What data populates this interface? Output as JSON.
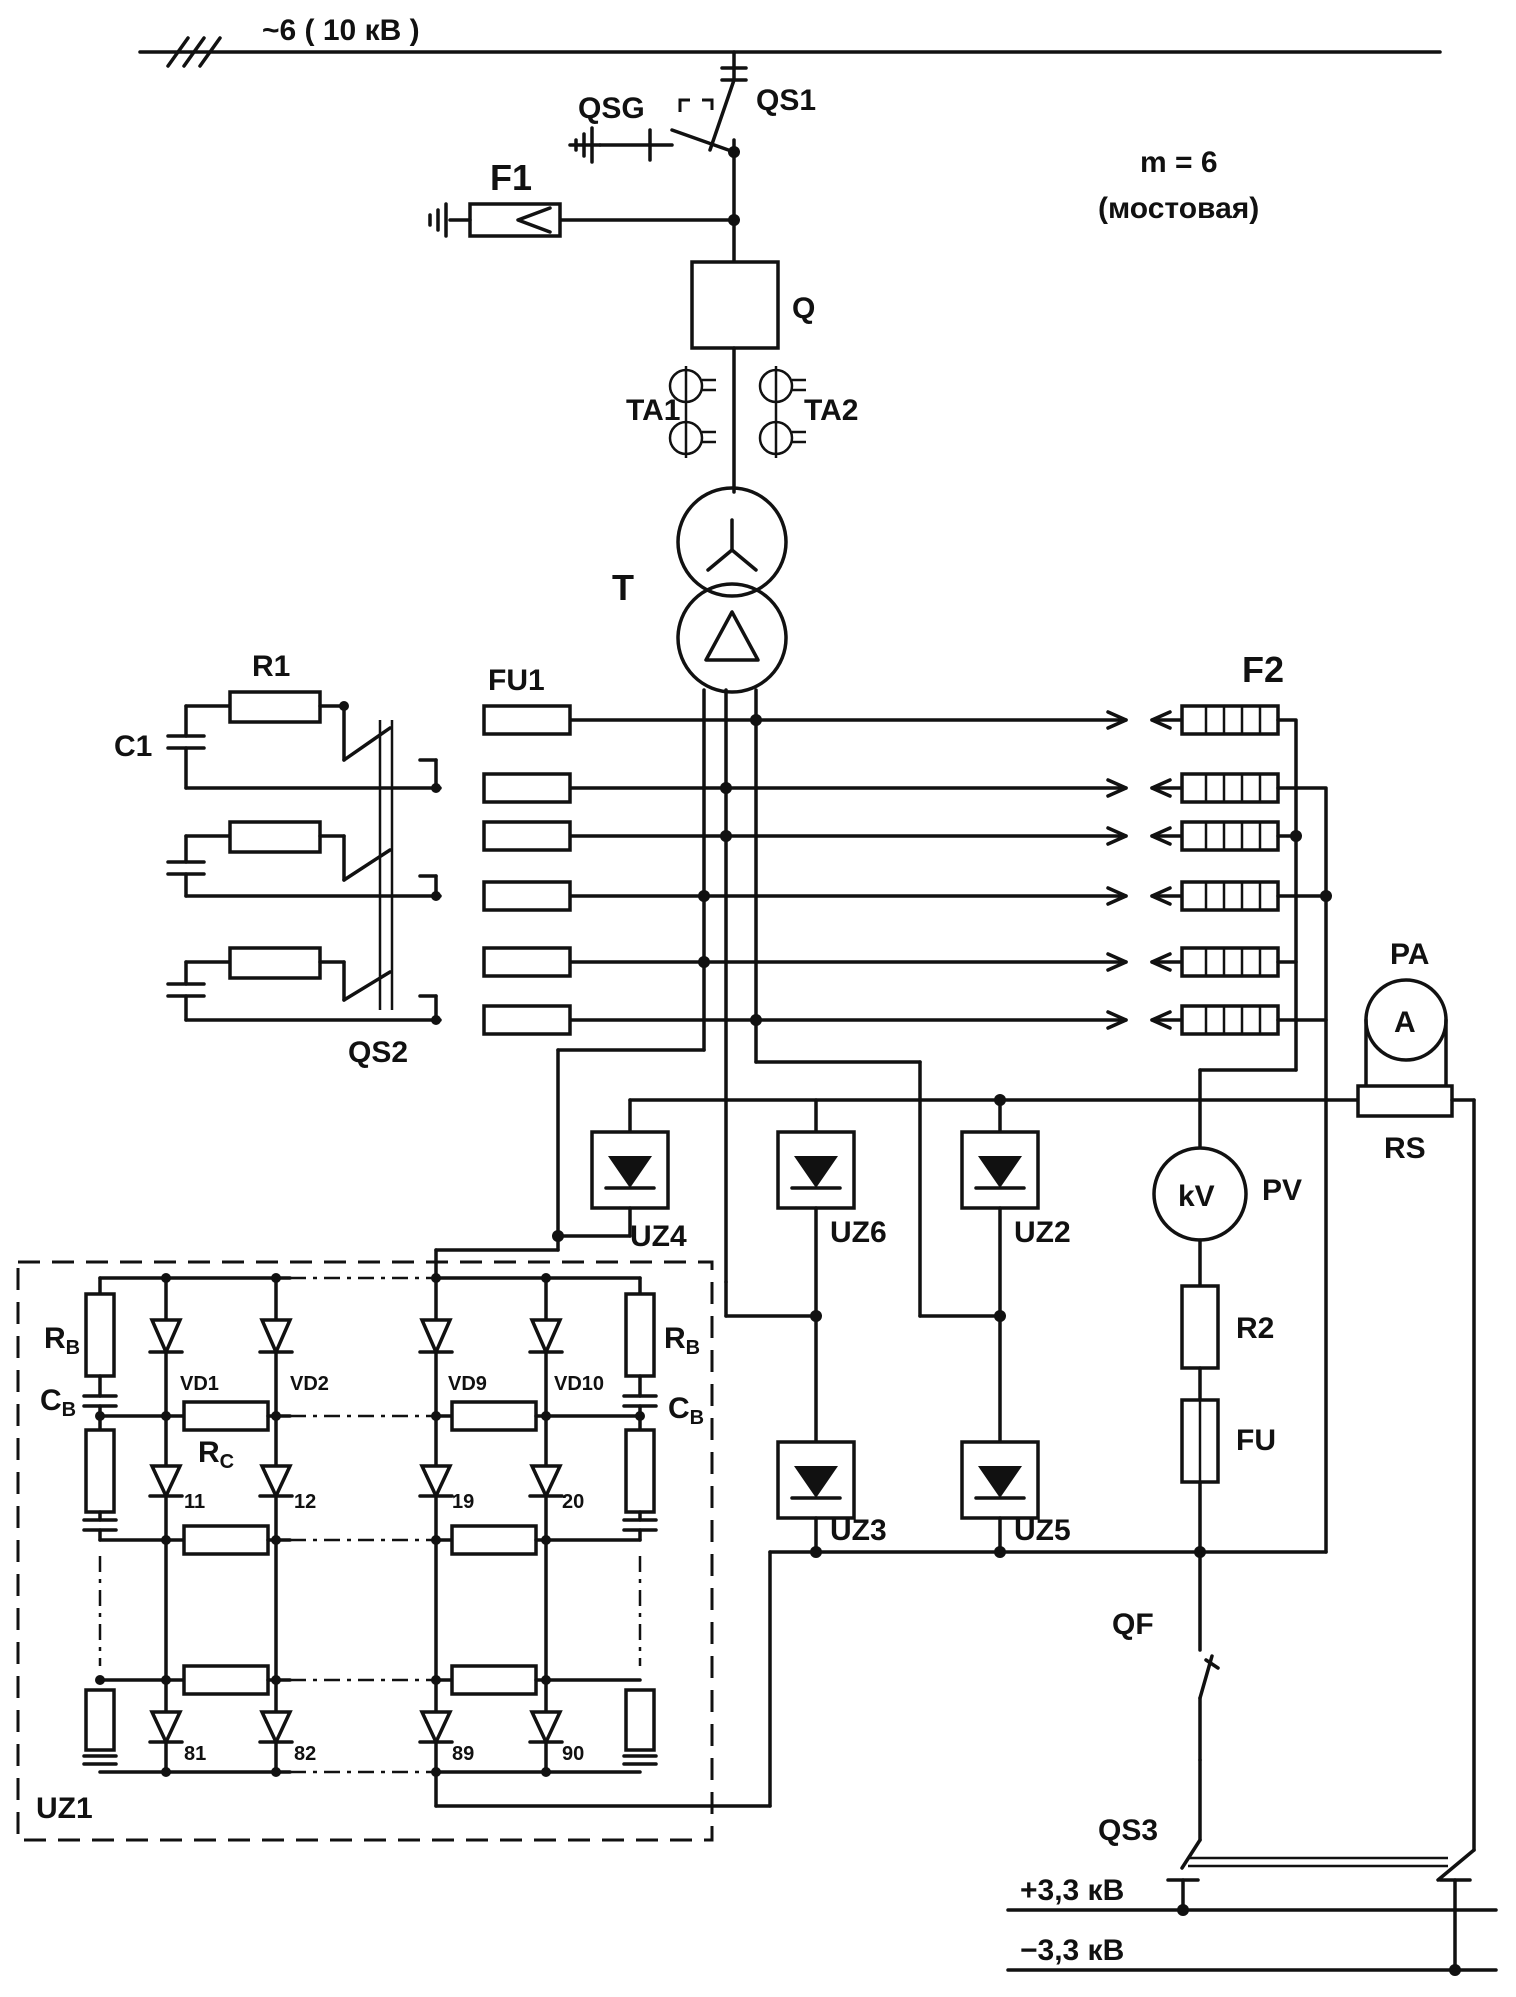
{
  "bus_top": "~6 ( 10 кВ )",
  "labels": {
    "qs1": "QS1",
    "qsg": "QSG",
    "f1": "F1",
    "m": "m = 6",
    "bridge": "(мостовая)",
    "q": "Q",
    "ta1": "TA1",
    "ta2": "TA2",
    "t": "T",
    "r1": "R1",
    "fu1": "FU1",
    "c1": "C1",
    "f2": "F2",
    "qs2": "QS2",
    "pa": "PA",
    "a": "A",
    "rs": "RS",
    "uz4": "UZ4",
    "uz6": "UZ6",
    "uz2": "UZ2",
    "kv": "kV",
    "pv": "PV",
    "r2": "R2",
    "fu": "FU",
    "uz3": "UZ3",
    "uz5": "UZ5",
    "qf": "QF",
    "qs3": "QS3",
    "uz1": "UZ1",
    "vd1": "VD1",
    "vd2": "VD2",
    "vd9": "VD9",
    "vd10": "VD10",
    "d11": "11",
    "d12": "12",
    "d19": "19",
    "d20": "20",
    "d81": "81",
    "d82": "82",
    "d89": "89",
    "d90": "90",
    "r_main": "R",
    "r_sub_b": "B",
    "c_main": "C",
    "c_sub_b": "B",
    "rc_main": "R",
    "rc_sub": "C"
  },
  "bus_plus": "+3,3 кВ",
  "bus_minus": "−3,3 кВ"
}
